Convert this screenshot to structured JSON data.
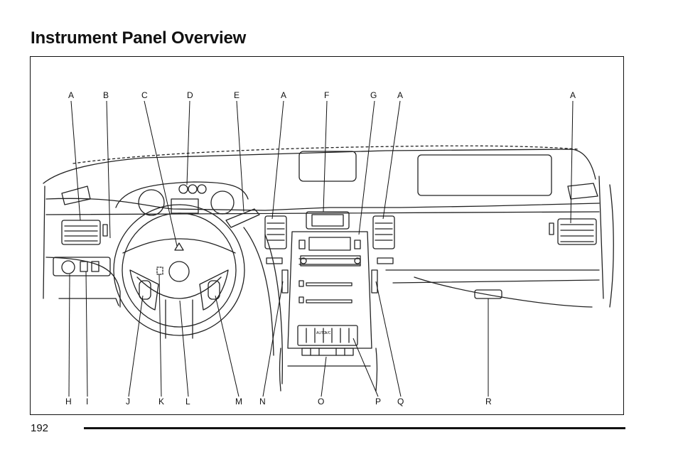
{
  "page": {
    "title": "Instrument Panel Overview",
    "page_number": "192"
  },
  "figure": {
    "top_callouts": [
      "A",
      "B",
      "C",
      "D",
      "E",
      "A",
      "F",
      "G",
      "A",
      "A"
    ],
    "bottom_callouts": [
      "H",
      "I",
      "J",
      "K",
      "L",
      "M",
      "N",
      "O",
      "P",
      "Q",
      "R"
    ],
    "climate_button_labels": [
      "AUTO",
      "A/C"
    ]
  }
}
